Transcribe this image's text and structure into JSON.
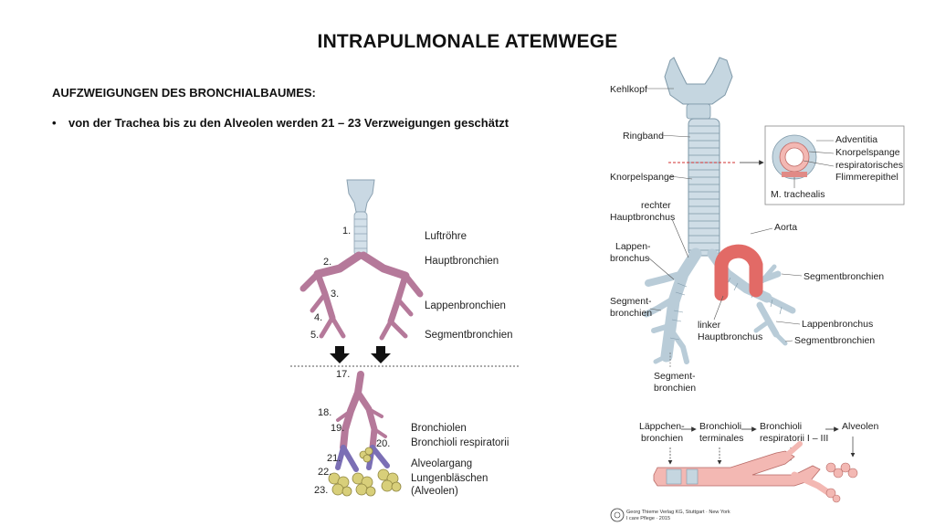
{
  "slide": {
    "title": "INTRAPULMONALE ATEMWEGE",
    "subtitle": "AUFZWEIGUNGEN DES BRONCHIALBAUMES:",
    "bullet_marker": "•",
    "bullet": "von der Trachea bis zu den Alveolen werden 21 – 23 Verzweigungen geschätzt"
  },
  "left_diagram": {
    "numbers": [
      "1.",
      "2.",
      "3.",
      "4.",
      "5.",
      "17.",
      "18.",
      "19.",
      "20.",
      "21.",
      "22.",
      "23."
    ],
    "labels": [
      "Luftröhre",
      "Hauptbronchien",
      "Lappenbronchien",
      "Segmentbronchien",
      "Bronchiolen",
      "Bronchioli respiratorii",
      "Alveolargang",
      "Lungenbläschen",
      "(Alveolen)"
    ]
  },
  "right_diagram": {
    "left_labels": [
      "Kehlkopf",
      "Ringband",
      "Knorpelspange",
      "rechter",
      "Hauptbronchus",
      "Lappen-",
      "bronchus",
      "Segment-",
      "bronchien"
    ],
    "inset_labels": [
      "Adventitia",
      "Knorpelspange",
      "respiratorisches",
      "Flimmerepithel",
      "M. trachealis"
    ],
    "right_labels": [
      "Aorta",
      "Segmentbronchien",
      "Lappenbronchus",
      "Segmentbronchien"
    ],
    "bottom_labels": [
      "linker",
      "Hauptbronchus",
      "Segment-",
      "bronchien"
    ],
    "flow": [
      "Läppchen-",
      "bronchien",
      "Bronchioli",
      "terminales",
      "Bronchioli",
      "respiratorii I – III",
      "Alveolen"
    ],
    "credit_lines": [
      "Georg Thieme Verlag KG, Stuttgart · New York",
      "I care Pflege · 2015"
    ]
  },
  "colors": {
    "bronchi": "#b5799a",
    "trachea": "#c9d8e3",
    "alveoli": "#d8cf7a",
    "aorta": "#e26a66",
    "airway": "#f3b8b3"
  }
}
